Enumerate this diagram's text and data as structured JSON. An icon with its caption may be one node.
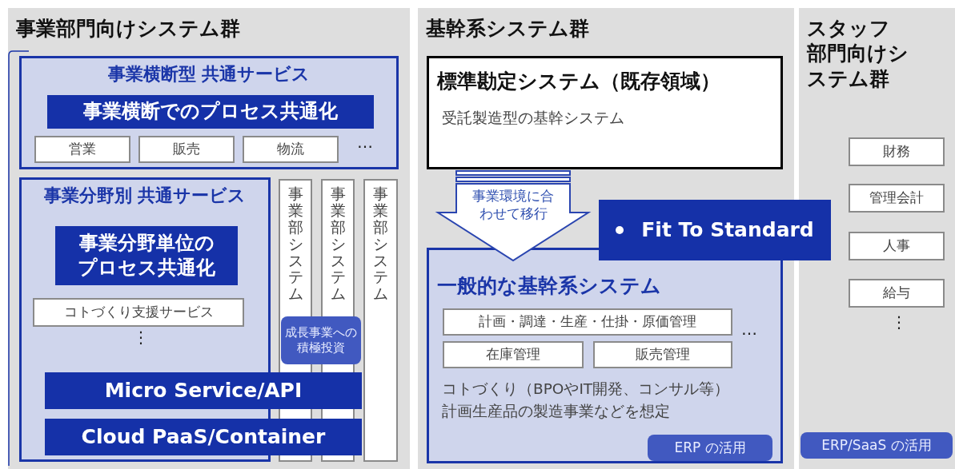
{
  "diagram": {
    "nodes": [
      {
        "text": [
          "事業部門向けシステム群"
        ]
      },
      {
        "text": [
          "事業横断型 共通サービス"
        ],
        "in": 0
      },
      {
        "text": [
          "事業横断でのプロセス共通化"
        ],
        "in": 1
      },
      {
        "text": [
          "営業"
        ],
        "in": 1
      },
      {
        "text": [
          "販売"
        ],
        "in": 1
      },
      {
        "text": [
          "物流"
        ],
        "in": 1
      },
      {
        "text": [
          "事業分野別 共通サービス"
        ],
        "in": 0
      },
      {
        "text": [
          "事業分野単位のプロセス共通化"
        ],
        "in": 6
      },
      {
        "text": [
          "コトづくり支援サービス"
        ],
        "in": 6
      },
      {
        "text": [
          "事業部システム"
        ],
        "in": 0
      },
      {
        "text": [
          "事業部システム"
        ],
        "in": 0
      },
      {
        "text": [
          "事業部システム"
        ],
        "in": 0
      },
      {
        "text": [
          "成長事業への積極投資"
        ],
        "in": 0
      },
      {
        "text": [
          "Micro Service/API"
        ],
        "in": 0
      },
      {
        "text": [
          "Cloud PaaS/Container"
        ],
        "in": 0
      },
      {
        "text": [
          "基幹系システム群"
        ]
      },
      {
        "text": [
          "標準勘定システム（既存領域）",
          "受託製造型の基幹システム"
        ],
        "in": 15
      },
      {
        "text": [
          "一般的な基幹系システム",
          "コトづくり（BPOやIT開発、コンサル等）",
          "計画生産品の製造事業などを想定"
        ],
        "in": 15
      },
      {
        "text": [
          "計画・調達・生産・仕掛・原価管理"
        ],
        "in": 17
      },
      {
        "text": [
          "在庫管理"
        ],
        "in": 17
      },
      {
        "text": [
          "販売管理"
        ],
        "in": 17
      },
      {
        "text": [
          "ERP の活用"
        ],
        "in": 17
      },
      {
        "text": [
          "Fit To Standard"
        ]
      },
      {
        "text": [
          "スタッフ部門向けシステム群"
        ]
      },
      {
        "text": [
          "財務"
        ],
        "in": 23
      },
      {
        "text": [
          "管理会計"
        ],
        "in": 23
      },
      {
        "text": [
          "人事"
        ],
        "in": 23
      },
      {
        "text": [
          "給与"
        ],
        "in": 23
      },
      {
        "text": [
          "ERP/SaaS の活用"
        ],
        "in": 23
      }
    ],
    "edges": [
      {
        "from": 16,
        "to": 17,
        "arrow": "to",
        "label": "事業環境に合わせて移行"
      }
    ],
    "labels": [
      "…",
      "⋮",
      "…",
      "⋮"
    ]
  }
}
